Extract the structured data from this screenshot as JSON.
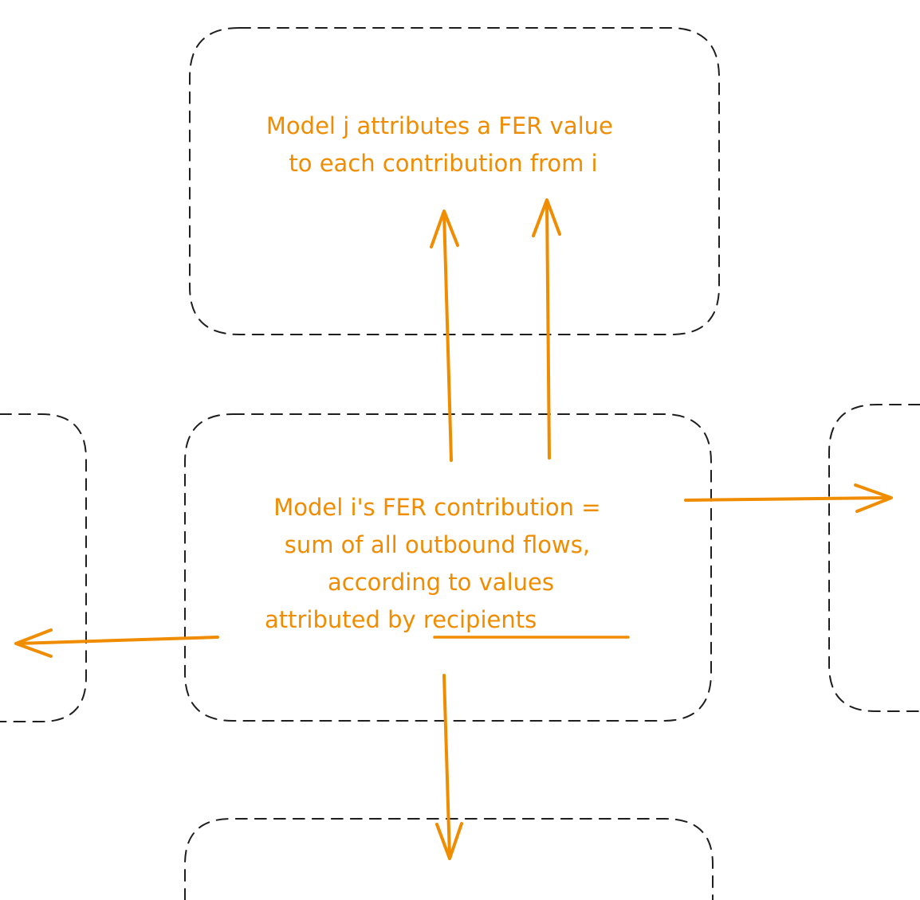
{
  "diagram": {
    "top_box": {
      "lines": [
        "Model j attributes a FER value",
        "to each contribution from i"
      ]
    },
    "center_box": {
      "lines": [
        "Model i's FER contribution =",
        "sum of all outbound flows,",
        "according to values"
      ],
      "last_line_prefix": "attributed ",
      "last_line_emphasis": "by recipients"
    }
  },
  "colors": {
    "accent": "#f08c00",
    "box_stroke": "#1e1e1e",
    "background": "#ffffff"
  }
}
